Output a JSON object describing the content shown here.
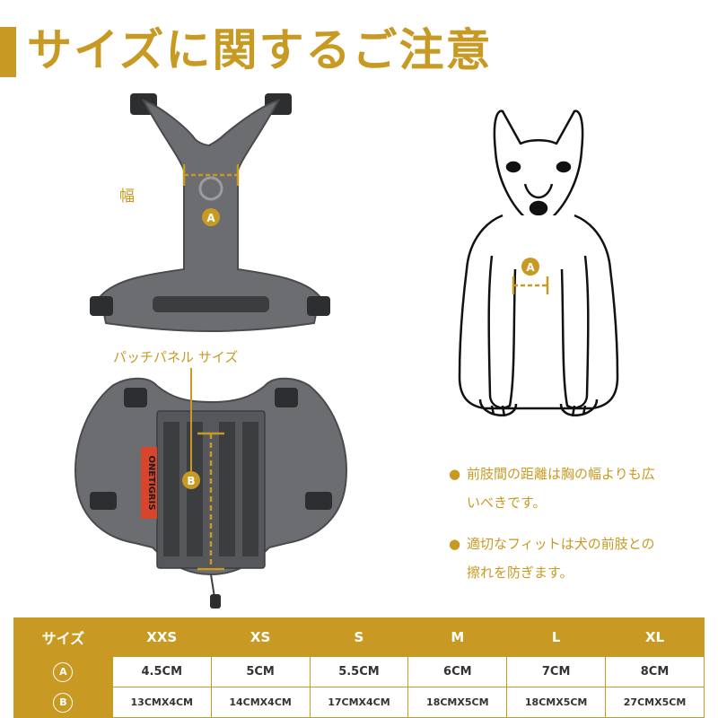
{
  "title": "サイズに関するご注意",
  "labels": {
    "width": "幅",
    "patch_panel": "パッチパネル サイズ",
    "brand": "ONETIGRIS",
    "marker_a": "A",
    "marker_b": "B"
  },
  "notes": [
    "前肢間の距離は胸の幅よりも広いべきです。",
    "適切なフィットは犬の前肢との擦れを防ぎます。"
  ],
  "bullet_symbol": "●",
  "table": {
    "header_label": "サイズ",
    "sizes": [
      "XXS",
      "XS",
      "S",
      "M",
      "L",
      "XL"
    ],
    "rows": [
      {
        "key": "A",
        "values": [
          "4.5CM",
          "5CM",
          "5.5CM",
          "6CM",
          "7CM",
          "8CM"
        ]
      },
      {
        "key": "B",
        "values": [
          "13CMX4CM",
          "14CMX4CM",
          "17CMX4CM",
          "18CMX5CM",
          "18CMX5CM",
          "27CMX5CM"
        ]
      }
    ]
  },
  "colors": {
    "accent": "#c99a23",
    "harness": "#6b6d70",
    "brand_tag": "#d8452d"
  }
}
